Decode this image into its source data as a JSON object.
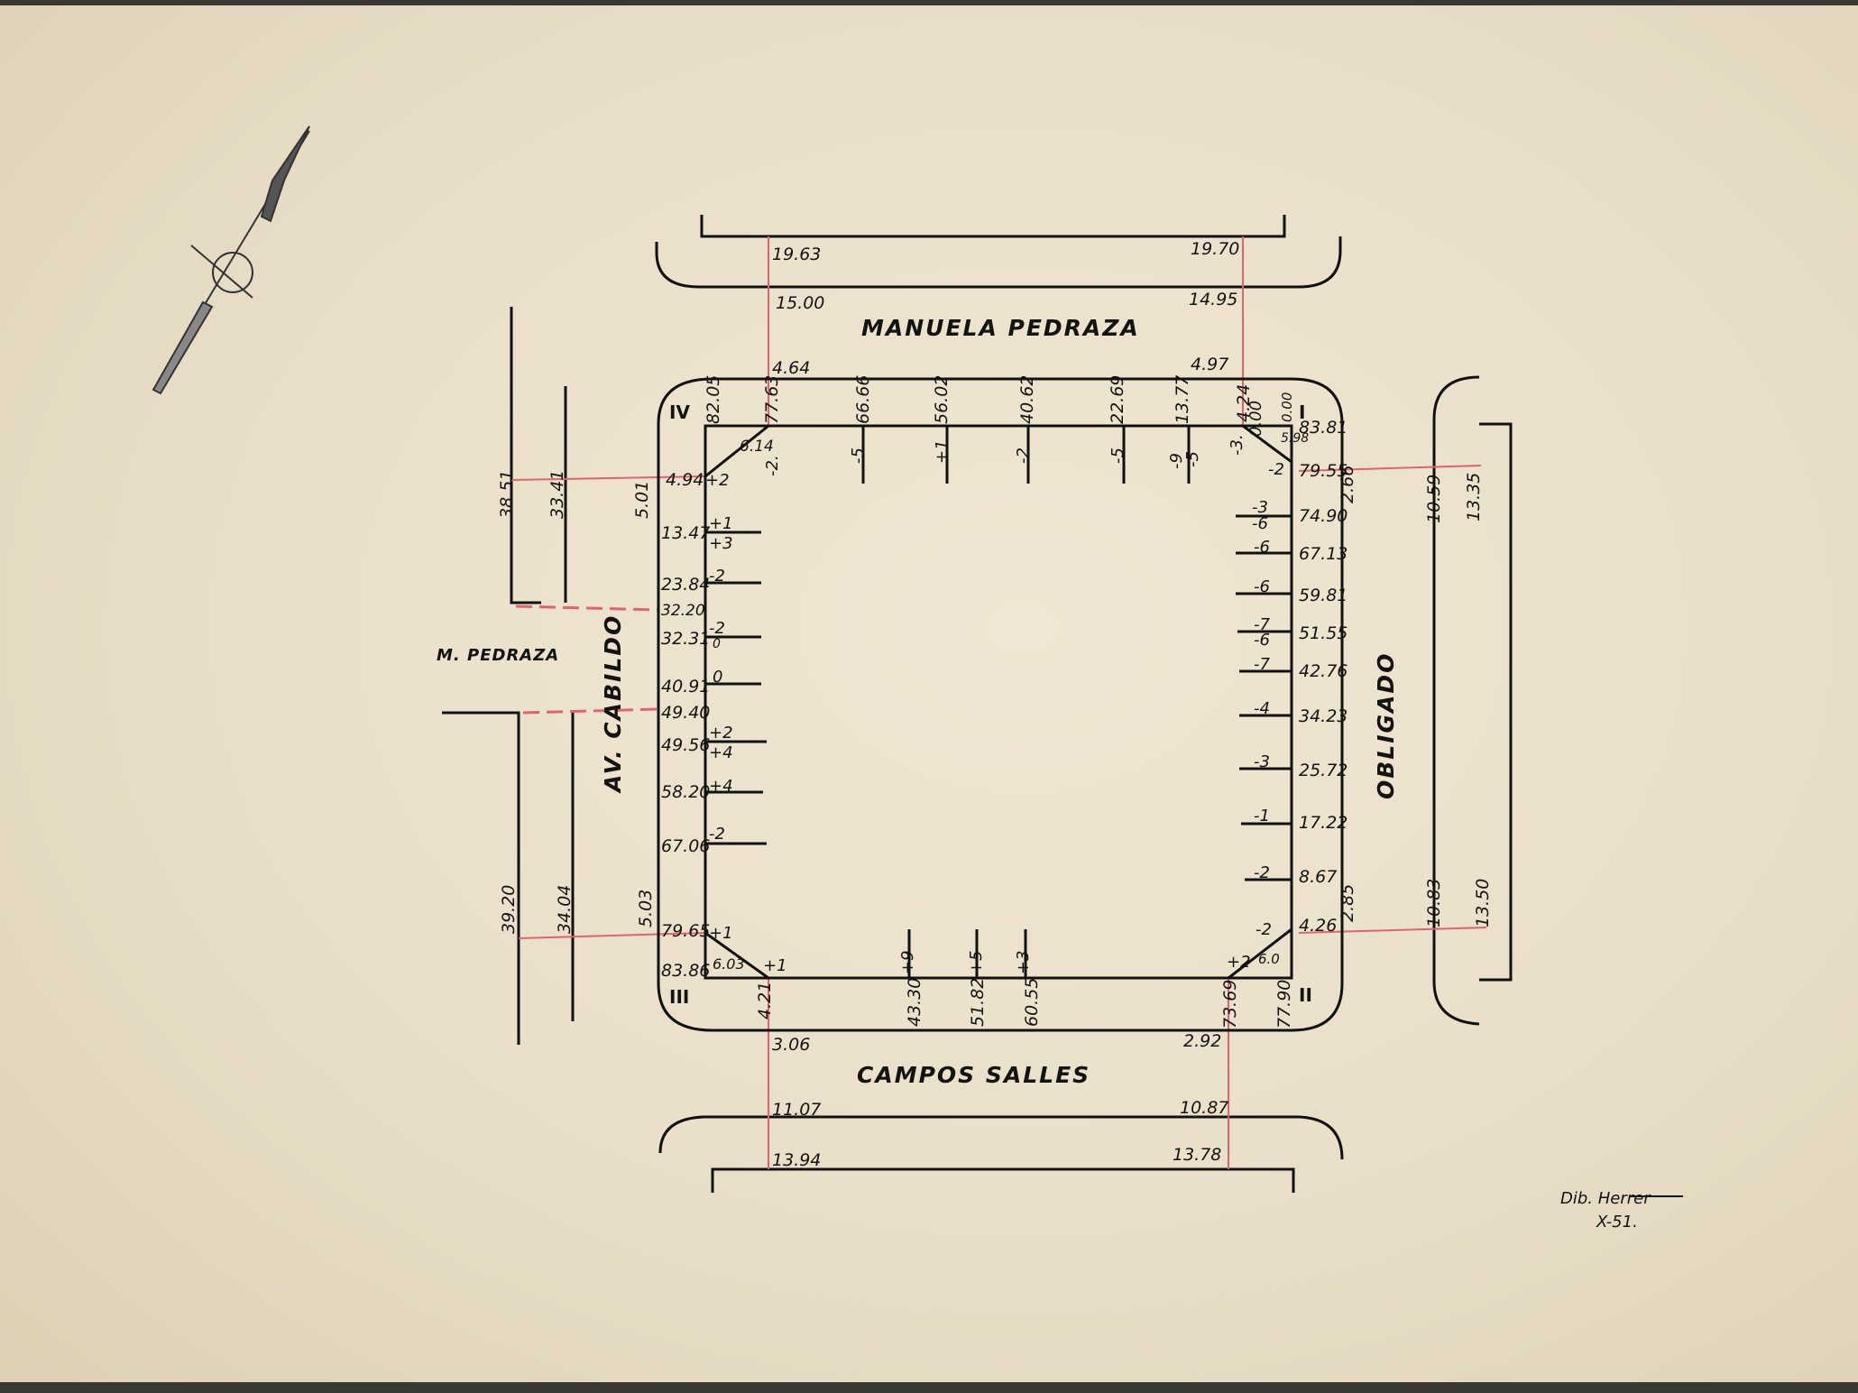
{
  "streets": {
    "north": "MANUELA PEDRAZA",
    "south": "CAMPOS SALLES",
    "west": "AV. CABILDO",
    "east": "OBLIGADO",
    "side": "M. PEDRAZA"
  },
  "corners": {
    "i": "I",
    "ii": "II",
    "iii": "III",
    "iv": "IV"
  },
  "north": {
    "outer_west": "19.63",
    "outer_east": "19.70",
    "curb_west": "15.00",
    "curb_east": "14.95",
    "line_west": "4.64",
    "line_east": "4.97"
  },
  "block_north": [
    "82.05",
    "77.63",
    "66.66",
    "56.02",
    "40.62",
    "22.69",
    "13.77",
    "4.24",
    "0.00"
  ],
  "levels_north": [
    "-2.",
    "-5",
    "+1",
    "-2",
    "-5",
    "-9",
    "-5",
    "-3."
  ],
  "west": {
    "values": [
      "4.94",
      "13.47",
      "23.84",
      "32.20",
      "32.31",
      "40.91",
      "49.40",
      "49.56",
      "58.20",
      "67.06",
      "79.65",
      "83.86"
    ]
  },
  "levels_west": [
    "+2",
    "+1",
    "+3",
    "-2",
    "-2",
    "0",
    "0",
    "+2",
    "+4",
    "+4",
    "-2",
    "+1",
    "+1",
    "6.03",
    "6.14"
  ],
  "west_street": [
    "38.51",
    "33.41",
    "5.01",
    "39.20",
    "34.04",
    "5.03"
  ],
  "east": {
    "values": [
      "83.81",
      "79.55",
      "74.90",
      "67.13",
      "59.81",
      "51.55",
      "42.76",
      "34.23",
      "25.72",
      "17.22",
      "8.67",
      "4.26"
    ]
  },
  "levels_east": [
    "0.00",
    "5.98",
    "-2",
    "-3",
    "-6",
    "-6",
    "-6",
    "-7",
    "-6",
    "-7",
    "-4",
    "-3",
    "-1",
    "-2",
    "-2",
    "+2",
    "6.0"
  ],
  "east_street": [
    "2.66",
    "10.59",
    "13.35",
    "2.85",
    "10.83",
    "13.50"
  ],
  "block_south": [
    "4.21",
    "43.30",
    "51.82",
    "60.55",
    "73.69",
    "77.90"
  ],
  "levels_south": [
    "+9",
    "+5",
    "+3"
  ],
  "south": {
    "line_west": "3.06",
    "line_east": "2.92",
    "curb_west": "11.07",
    "curb_east": "10.87",
    "outer_west": "13.94",
    "outer_east": "13.78"
  },
  "signature": {
    "name": "Dib. Herrer",
    "date": "X-51."
  }
}
